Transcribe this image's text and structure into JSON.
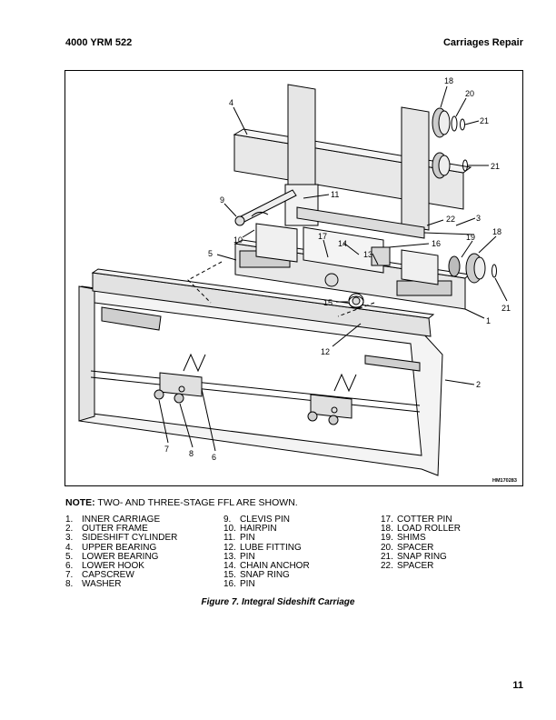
{
  "header": {
    "doc_number": "4000 YRM 522",
    "section": "Carriages Repair"
  },
  "figure": {
    "code": "HM170283",
    "callouts": [
      "18",
      "20",
      "21",
      "4",
      "21",
      "9",
      "11",
      "22",
      "3",
      "10",
      "17",
      "14",
      "16",
      "13",
      "19",
      "18",
      "5",
      "15",
      "21",
      "1",
      "12",
      "2",
      "7",
      "8",
      "6"
    ]
  },
  "note": {
    "label": "NOTE:",
    "text": " TWO- AND THREE-STAGE FFL ARE SHOWN."
  },
  "parts": {
    "col1": [
      {
        "n": "1.",
        "label": "INNER CARRIAGE"
      },
      {
        "n": "2.",
        "label": "OUTER FRAME"
      },
      {
        "n": "3.",
        "label": "SIDESHIFT CYLINDER"
      },
      {
        "n": "4.",
        "label": "UPPER BEARING"
      },
      {
        "n": "5.",
        "label": "LOWER BEARING"
      },
      {
        "n": "6.",
        "label": "LOWER HOOK"
      },
      {
        "n": "7.",
        "label": "CAPSCREW"
      },
      {
        "n": "8.",
        "label": "WASHER"
      }
    ],
    "col2": [
      {
        "n": "9.",
        "label": "CLEVIS PIN"
      },
      {
        "n": "10.",
        "label": "HAIRPIN"
      },
      {
        "n": "11.",
        "label": "PIN"
      },
      {
        "n": "12.",
        "label": "LUBE FITTING"
      },
      {
        "n": "13.",
        "label": "PIN"
      },
      {
        "n": "14.",
        "label": "CHAIN ANCHOR"
      },
      {
        "n": "15.",
        "label": "SNAP RING"
      },
      {
        "n": "16.",
        "label": "PIN"
      }
    ],
    "col3": [
      {
        "n": "17.",
        "label": "COTTER PIN"
      },
      {
        "n": "18.",
        "label": "LOAD ROLLER"
      },
      {
        "n": "19.",
        "label": "SHIMS"
      },
      {
        "n": "20.",
        "label": "SPACER"
      },
      {
        "n": "21.",
        "label": "SNAP RING"
      },
      {
        "n": "22.",
        "label": "SPACER"
      }
    ]
  },
  "caption": "Figure 7.  Integral Sideshift Carriage",
  "page_number": "11"
}
